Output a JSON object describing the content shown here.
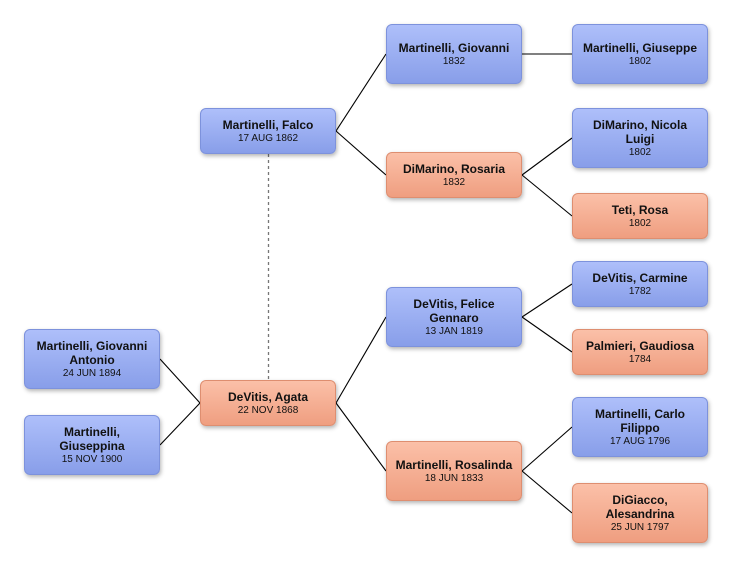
{
  "people": {
    "giovanni_antonio": {
      "name": "Martinelli, Giovanni Antonio",
      "date": "24 JUN 1894",
      "sex": "male"
    },
    "giuseppina": {
      "name": "Martinelli, Giuseppina",
      "date": "15 NOV 1900",
      "sex": "male"
    },
    "agata": {
      "name": "DeVitis, Agata",
      "date": "22 NOV 1868",
      "sex": "female"
    },
    "falco": {
      "name": "Martinelli, Falco",
      "date": "17 AUG 1862",
      "sex": "male"
    },
    "giovanni": {
      "name": "Martinelli, Giovanni",
      "date": "1832",
      "sex": "male"
    },
    "rosaria": {
      "name": "DiMarino, Rosaria",
      "date": "1832",
      "sex": "female"
    },
    "felice": {
      "name": "DeVitis, Felice Gennaro",
      "date": "13 JAN 1819",
      "sex": "male"
    },
    "rosalinda": {
      "name": "Martinelli, Rosalinda",
      "date": "18 JUN 1833",
      "sex": "female"
    },
    "giuseppe": {
      "name": "Martinelli, Giuseppe",
      "date": "1802",
      "sex": "male"
    },
    "nicola": {
      "name": "DiMarino, Nicola Luigi",
      "date": "1802",
      "sex": "male"
    },
    "rosa": {
      "name": "Teti, Rosa",
      "date": "1802",
      "sex": "female"
    },
    "carmine": {
      "name": "DeVitis, Carmine",
      "date": "1782",
      "sex": "male"
    },
    "gaudiosa": {
      "name": "Palmieri, Gaudiosa",
      "date": "1784",
      "sex": "female"
    },
    "carlo": {
      "name": "Martinelli, Carlo Filippo",
      "date": "17 AUG 1796",
      "sex": "male"
    },
    "alesandrina": {
      "name": "DiGiacco, Alesandrina",
      "date": "25 JUN 1797",
      "sex": "female"
    }
  },
  "colors": {
    "male": "#8fa3ec",
    "female": "#f4a88a",
    "line": "#000000"
  }
}
